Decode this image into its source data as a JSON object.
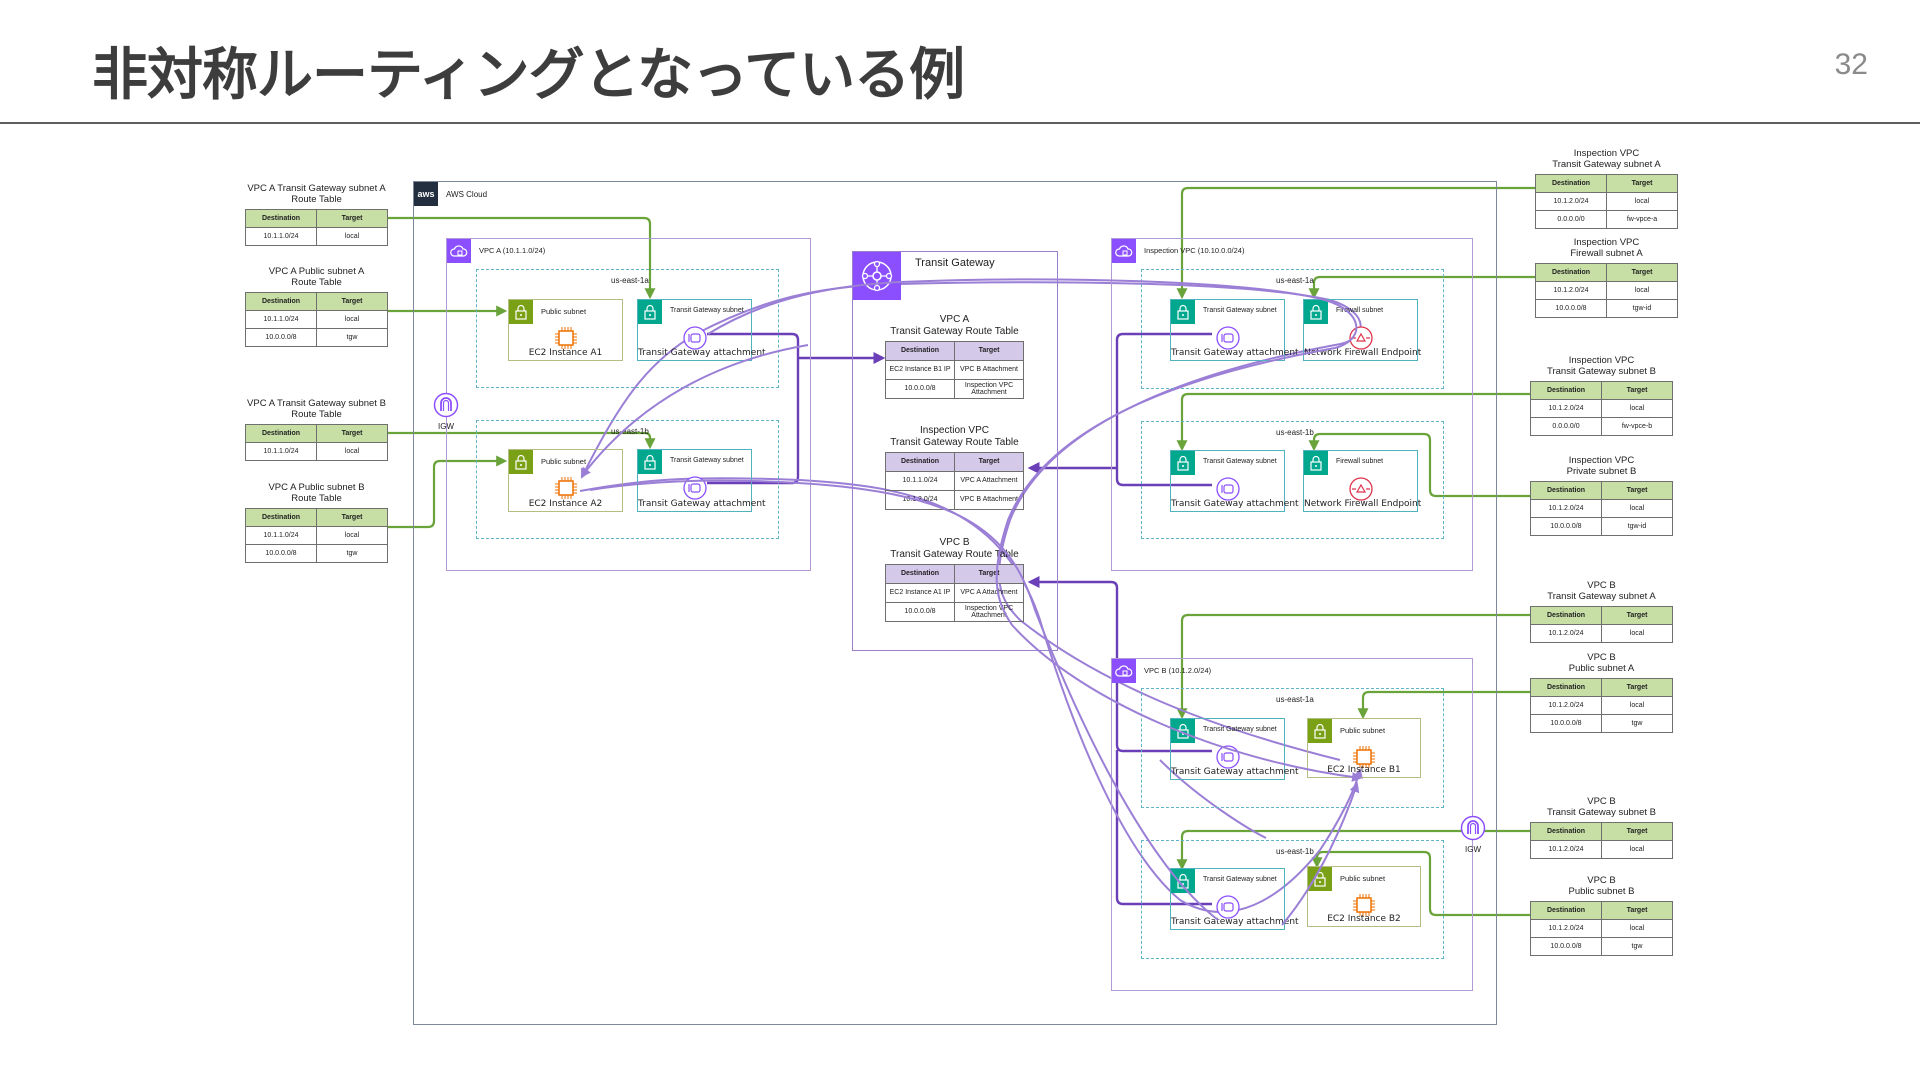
{
  "slide": {
    "title": "非対称ルーティングとなっている例",
    "page_number": "32"
  },
  "colors": {
    "route_green": "#6aa33a",
    "route_purple": "#7b4fc0",
    "flow_lavender": "#9b7fd6",
    "vpc_purple": "#8c4fff",
    "subnet_green": "#7aa116",
    "subnet_teal": "#01a88d",
    "ec2_orange": "#ed7100",
    "firewall_red": "#dd344c"
  },
  "diagram": {
    "aws_cloud_label": "AWS Cloud",
    "aws_logo_text": "aws",
    "vpc_a": {
      "label": "VPC A (10.1.1.0/24)",
      "igw_label": "IGW",
      "az1": {
        "label": "us-east-1a",
        "public_subnet": "Public subnet",
        "instance": "EC2 Instance A1",
        "tgw_subnet": "Transit Gateway subnet",
        "tgw_attachment": "Transit Gateway attachment"
      },
      "az2": {
        "label": "us-east-1b",
        "public_subnet": "Public subnet",
        "instance": "EC2 Instance A2",
        "tgw_subnet": "Transit Gateway subnet",
        "tgw_attachment": "Transit Gateway attachment"
      }
    },
    "transit_gateway": {
      "label": "Transit Gateway",
      "route_tables": [
        {
          "title_line1": "VPC A",
          "title_line2": "Transit Gateway Route Table",
          "headers": [
            "Destination",
            "Target"
          ],
          "rows": [
            [
              "EC2 Instance B1 IP",
              "VPC B Attachment"
            ],
            [
              "10.0.0.0/8",
              "Inspection VPC Attachment"
            ]
          ]
        },
        {
          "title_line1": "Inspection VPC",
          "title_line2": "Transit Gateway Route Table",
          "headers": [
            "Destination",
            "Target"
          ],
          "rows": [
            [
              "10.1.1.0/24",
              "VPC A Attachment"
            ],
            [
              "10.1.2.0/24",
              "VPC B Attachment"
            ]
          ]
        },
        {
          "title_line1": "VPC B",
          "title_line2": "Transit Gateway Route Table",
          "headers": [
            "Destination",
            "Target"
          ],
          "rows": [
            [
              "EC2 Instance A1 IP",
              "VPC A Attachment"
            ],
            [
              "10.0.0.0/8",
              "Inspection VPC Attachment"
            ]
          ]
        }
      ]
    },
    "inspection_vpc": {
      "label": "Inspection VPC (10.10.0.0/24)",
      "az1": {
        "label": "us-east-1a",
        "tgw_subnet": "Transit Gateway subnet",
        "tgw_attachment": "Transit Gateway attachment",
        "fw_subnet": "Firewall subnet",
        "fw_endpoint": "Network Firewall Endpoint"
      },
      "az2": {
        "label": "us-east-1b",
        "tgw_subnet": "Transit Gateway subnet",
        "tgw_attachment": "Transit Gateway attachment",
        "fw_subnet": "Firewall subnet",
        "fw_endpoint": "Network Firewall Endpoint"
      }
    },
    "vpc_b": {
      "label": "VPC B (10.1.2.0/24)",
      "igw_label": "IGW",
      "az1": {
        "label": "us-east-1a",
        "tgw_subnet": "Transit Gateway subnet",
        "tgw_attachment": "Transit Gateway attachment",
        "public_subnet": "Public subnet",
        "instance": "EC2 Instance B1"
      },
      "az2": {
        "label": "us-east-1b",
        "tgw_subnet": "Transit Gateway subnet",
        "tgw_attachment": "Transit Gateway attachment",
        "public_subnet": "Public subnet",
        "instance": "EC2 Instance B2"
      }
    }
  },
  "subnet_route_tables": {
    "left": [
      {
        "title_line1": "VPC A Transit Gateway subnet A",
        "title_line2": "Route Table",
        "headers": [
          "Destination",
          "Target"
        ],
        "rows": [
          [
            "10.1.1.0/24",
            "local"
          ]
        ]
      },
      {
        "title_line1": "VPC A Public subnet A",
        "title_line2": "Route Table",
        "headers": [
          "Destination",
          "Target"
        ],
        "rows": [
          [
            "10.1.1.0/24",
            "local"
          ],
          [
            "10.0.0.0/8",
            "tgw"
          ]
        ]
      },
      {
        "title_line1": "VPC A Transit Gateway subnet B",
        "title_line2": "Route Table",
        "headers": [
          "Destination",
          "Target"
        ],
        "rows": [
          [
            "10.1.1.0/24",
            "local"
          ]
        ]
      },
      {
        "title_line1": "VPC A Public subnet B",
        "title_line2": "Route Table",
        "headers": [
          "Destination",
          "Target"
        ],
        "rows": [
          [
            "10.1.1.0/24",
            "local"
          ],
          [
            "10.0.0.0/8",
            "tgw"
          ]
        ]
      }
    ],
    "right": [
      {
        "title_line1": "Inspection VPC",
        "title_line2": "Transit Gateway subnet A",
        "headers": [
          "Destination",
          "Target"
        ],
        "rows": [
          [
            "10.1.2.0/24",
            "local"
          ],
          [
            "0.0.0.0/0",
            "fw-vpce-a"
          ]
        ]
      },
      {
        "title_line1": "Inspection VPC",
        "title_line2": "Firewall subnet A",
        "headers": [
          "Destination",
          "Target"
        ],
        "rows": [
          [
            "10.1.2.0/24",
            "local"
          ],
          [
            "10.0.0.0/8",
            "tgw-id"
          ]
        ]
      },
      {
        "title_line1": "Inspection VPC",
        "title_line2": "Transit Gateway subnet B",
        "headers": [
          "Destination",
          "Target"
        ],
        "rows": [
          [
            "10.1.2.0/24",
            "local"
          ],
          [
            "0.0.0.0/0",
            "fw-vpce-b"
          ]
        ]
      },
      {
        "title_line1": "Inspection VPC",
        "title_line2": "Private subnet B",
        "headers": [
          "Destination",
          "Target"
        ],
        "rows": [
          [
            "10.1.2.0/24",
            "local"
          ],
          [
            "10.0.0.0/8",
            "tgw-id"
          ]
        ]
      },
      {
        "title_line1": "VPC B",
        "title_line2": "Transit Gateway subnet A",
        "headers": [
          "Destination",
          "Target"
        ],
        "rows": [
          [
            "10.1.2.0/24",
            "local"
          ]
        ]
      },
      {
        "title_line1": "VPC B",
        "title_line2": "Public subnet A",
        "headers": [
          "Destination",
          "Target"
        ],
        "rows": [
          [
            "10.1.2.0/24",
            "local"
          ],
          [
            "10.0.0.0/8",
            "tgw"
          ]
        ]
      },
      {
        "title_line1": "VPC B",
        "title_line2": "Transit Gateway subnet B",
        "headers": [
          "Destination",
          "Target"
        ],
        "rows": [
          [
            "10.1.2.0/24",
            "local"
          ]
        ]
      },
      {
        "title_line1": "VPC B",
        "title_line2": "Public subnet B",
        "headers": [
          "Destination",
          "Target"
        ],
        "rows": [
          [
            "10.1.2.0/24",
            "local"
          ],
          [
            "10.0.0.0/8",
            "tgw"
          ]
        ]
      }
    ]
  }
}
